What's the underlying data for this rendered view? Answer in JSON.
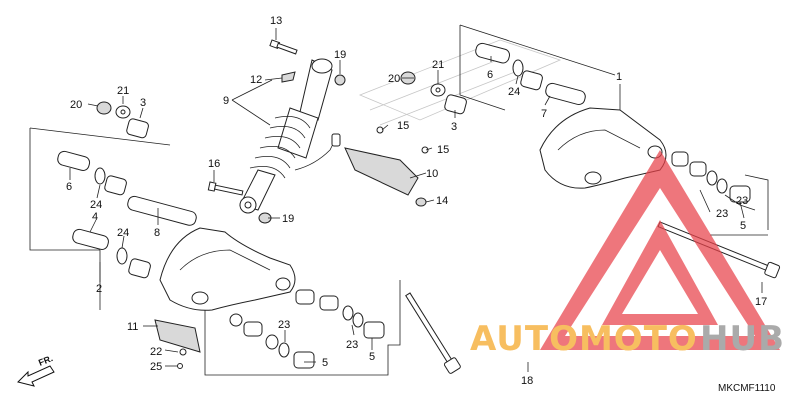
{
  "diagram": {
    "code": "MKCMF1110",
    "direction_label": "FR.",
    "callouts": [
      "1",
      "2",
      "3",
      "3",
      "4",
      "5",
      "5",
      "5",
      "6",
      "6",
      "7",
      "8",
      "9",
      "10",
      "11",
      "12",
      "13",
      "14",
      "15",
      "15",
      "16",
      "17",
      "18",
      "19",
      "19",
      "20",
      "20",
      "21",
      "21",
      "22",
      "23",
      "23",
      "23",
      "24",
      "24",
      "24",
      "25"
    ]
  },
  "watermark": {
    "brand_auto": "AUTOMOTO",
    "brand_hub": "HUB",
    "colors": {
      "red": "#e8424a",
      "orange": "#f5a623",
      "gray": "#8a8a8a"
    }
  }
}
